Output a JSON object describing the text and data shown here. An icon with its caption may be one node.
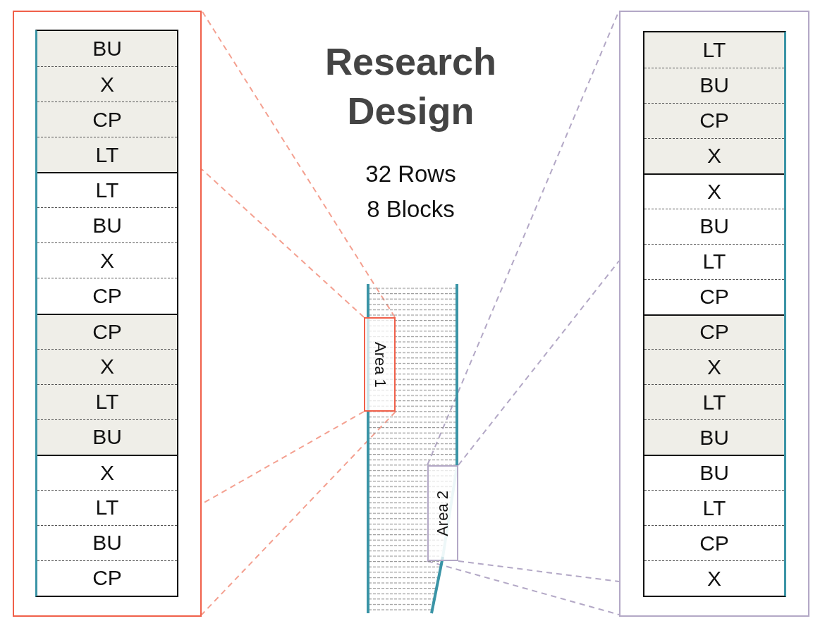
{
  "diagram": {
    "title": "Research Design",
    "nodes": [
      {
        "text": [],
        "shape": "box"
      },
      {
        "text": [
          "BU"
        ],
        "in": 0
      },
      {
        "text": [
          "X"
        ],
        "in": 0
      },
      {
        "text": [
          "CP"
        ],
        "in": 0
      },
      {
        "text": [
          "LT"
        ],
        "in": 0
      },
      {
        "text": [
          "LT"
        ],
        "in": 0
      },
      {
        "text": [
          "BU"
        ],
        "in": 0
      },
      {
        "text": [
          "X"
        ],
        "in": 0
      },
      {
        "text": [
          "CP"
        ],
        "in": 0
      },
      {
        "text": [
          "CP"
        ],
        "in": 0
      },
      {
        "text": [
          "X"
        ],
        "in": 0
      },
      {
        "text": [
          "LT"
        ],
        "in": 0
      },
      {
        "text": [
          "BU"
        ],
        "in": 0
      },
      {
        "text": [
          "X"
        ],
        "in": 0
      },
      {
        "text": [
          "LT"
        ],
        "in": 0
      },
      {
        "text": [
          "BU"
        ],
        "in": 0
      },
      {
        "text": [
          "CP"
        ],
        "in": 0
      },
      {
        "text": [],
        "shape": "box"
      },
      {
        "text": [
          "Area 1"
        ],
        "in": 17
      },
      {
        "text": [
          "Area 2"
        ],
        "in": 17
      },
      {
        "text": [],
        "shape": "box"
      },
      {
        "text": [
          "LT"
        ],
        "in": 20
      },
      {
        "text": [
          "BU"
        ],
        "in": 20
      },
      {
        "text": [
          "CP"
        ],
        "in": 20
      },
      {
        "text": [
          "X"
        ],
        "in": 20
      },
      {
        "text": [
          "X"
        ],
        "in": 20
      },
      {
        "text": [
          "BU"
        ],
        "in": 20
      },
      {
        "text": [
          "LT"
        ],
        "in": 20
      },
      {
        "text": [
          "CP"
        ],
        "in": 20
      },
      {
        "text": [
          "CP"
        ],
        "in": 20
      },
      {
        "text": [
          "X"
        ],
        "in": 20
      },
      {
        "text": [
          "LT"
        ],
        "in": 20
      },
      {
        "text": [
          "BU"
        ],
        "in": 20
      },
      {
        "text": [
          "BU"
        ],
        "in": 20
      },
      {
        "text": [
          "LT"
        ],
        "in": 20
      },
      {
        "text": [
          "CP"
        ],
        "in": 20
      },
      {
        "text": [
          "X"
        ],
        "in": 20
      }
    ],
    "edges": [
      {
        "from": 18,
        "to": 0,
        "arrow": "none",
        "style": "dashed",
        "color": "#f4a090"
      },
      {
        "from": 18,
        "to": 0,
        "arrow": "none",
        "style": "dashed",
        "color": "#f4a090"
      },
      {
        "from": 18,
        "to": 0,
        "arrow": "none",
        "style": "dashed",
        "color": "#f4a090"
      },
      {
        "from": 18,
        "to": 0,
        "arrow": "none",
        "style": "dashed",
        "color": "#f4a090"
      },
      {
        "from": 19,
        "to": 20,
        "arrow": "none",
        "style": "dashed",
        "color": "#b3a8c6"
      },
      {
        "from": 19,
        "to": 20,
        "arrow": "none",
        "style": "dashed",
        "color": "#b3a8c6"
      },
      {
        "from": 19,
        "to": 20,
        "arrow": "none",
        "style": "dashed",
        "color": "#b3a8c6"
      },
      {
        "from": 19,
        "to": 20,
        "arrow": "none",
        "style": "dashed",
        "color": "#b3a8c6"
      }
    ],
    "labels": [
      "32 Rows",
      "8 Blocks"
    ]
  }
}
